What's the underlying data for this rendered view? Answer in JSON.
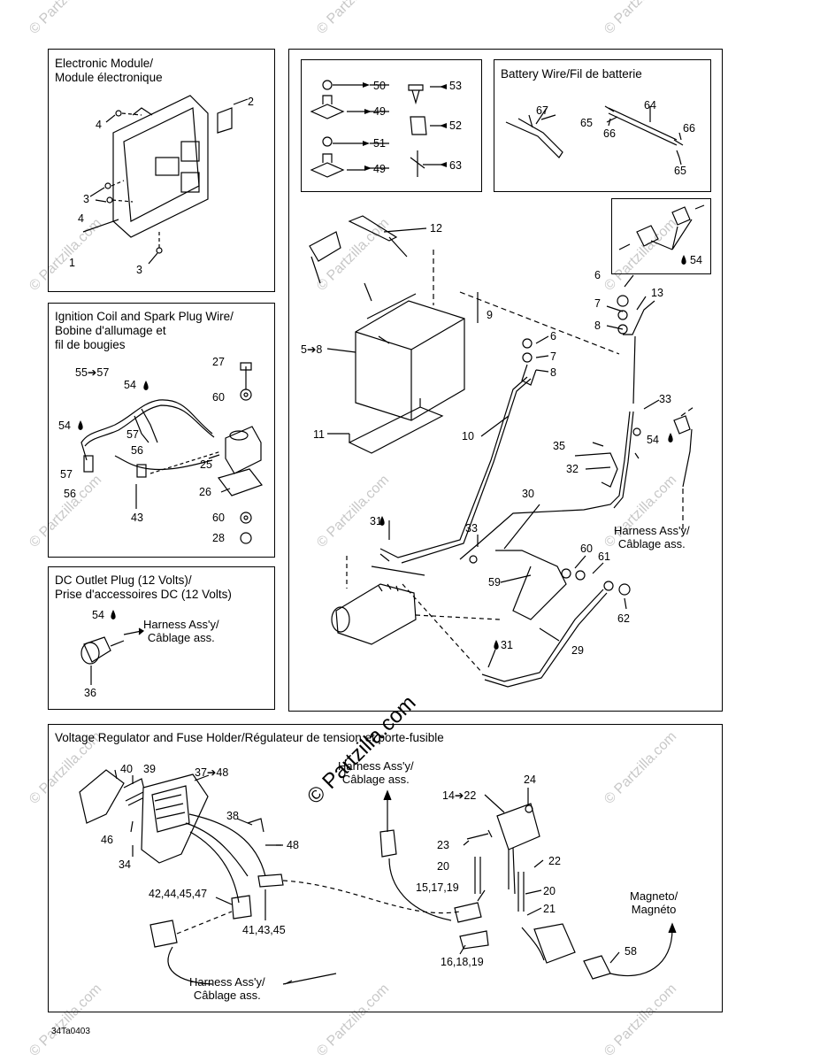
{
  "panels": {
    "electronic_module": "Electronic Module/\nModule électronique",
    "ignition": "Ignition Coil and Spark Plug Wire/\nBobine d'allumage et\nfil de bougies",
    "dc_outlet": "DC Outlet Plug (12 Volts)/\nPrise d'accessoires DC (12 Volts)",
    "battery_wire": "Battery Wire/Fil de batterie",
    "voltage_regulator": "Voltage Regulator and Fuse Holder/Régulateur de tension et porte-fusible"
  },
  "notes": {
    "harness": "Harness Ass'y/\nCâblage ass.",
    "magneto": "Magneto/\nMagnéto"
  },
  "labels": {
    "l2": "2",
    "l4a": "4",
    "l3a": "3",
    "l4b": "4",
    "l1": "1",
    "l3b": "3",
    "l27": "27",
    "l55": "55➔57",
    "l54a": "54",
    "l60a": "60",
    "l57a": "57",
    "l56a": "56",
    "l54b": "54",
    "l57b": "57",
    "l56b": "56",
    "l25": "25",
    "l26": "26",
    "l43": "43",
    "l60b": "60",
    "l28": "28",
    "l54c": "54",
    "l36": "36",
    "l50": "50",
    "l49a": "49",
    "l51": "51",
    "l49b": "49",
    "l53": "53",
    "l52": "52",
    "l63": "63",
    "l67": "67",
    "l64": "64",
    "l65a": "65",
    "l66a": "66",
    "l66b": "66",
    "l65b": "65",
    "l54d": "54",
    "l12": "12",
    "l6a": "6",
    "l7a": "7",
    "l13": "13",
    "l8a": "8",
    "l9": "9",
    "l58to8": "5➔8",
    "l6b": "6",
    "l7b": "7",
    "l8b": "8",
    "l33a": "33",
    "l11": "11",
    "l10": "10",
    "l54e": "54",
    "l35": "35",
    "l32": "32",
    "l30": "30",
    "l31a": "31",
    "l33b": "33",
    "l60c": "60",
    "l61": "61",
    "l59": "59",
    "l62": "62",
    "l31b": "31",
    "l29": "29",
    "l40": "40",
    "l39": "39",
    "l3748": "37➔48",
    "l46": "46",
    "l34": "34",
    "l38": "38",
    "l48": "48",
    "l424445": "42,44,45,47",
    "l414345": "41,43,45",
    "l1422": "14➔22",
    "l24": "24",
    "l23": "23",
    "l20a": "20",
    "l22": "22",
    "l151719": "15,17,19",
    "l20b": "20",
    "l21": "21",
    "l161819": "16,18,19",
    "l58": "58"
  },
  "watermark": "© Partzilla.com",
  "code": "34Ta0403"
}
